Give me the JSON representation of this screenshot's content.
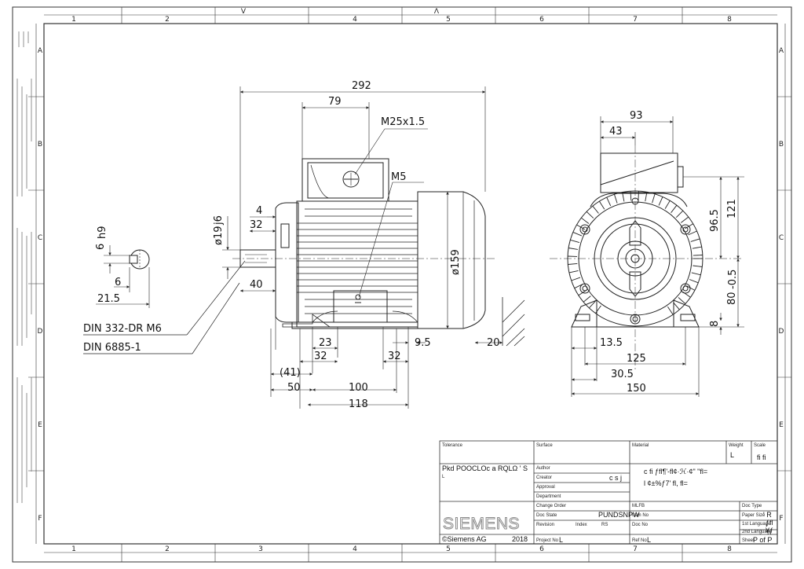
{
  "frame": {
    "columns_top": [
      "1",
      "2",
      "V",
      "4",
      "5",
      "6",
      "7",
      "8"
    ],
    "columns_bottom": [
      "1",
      "2",
      "3",
      "4",
      "5",
      "6",
      "7",
      "8"
    ],
    "rows": [
      "A",
      "B",
      "C",
      "D",
      "E",
      "F"
    ],
    "top_marks": [
      "V",
      "Λ"
    ]
  },
  "dims_side": {
    "d292": "292",
    "d79": "79",
    "thread": "M25x1.5",
    "m5": "M5",
    "d4": "4",
    "d32a": "32",
    "shaft_dia": "ø19",
    "shaft_tol": "j6",
    "d40": "40",
    "d159": "ø159",
    "d23": "23",
    "d32b": "32",
    "d32c": "32",
    "d9_5": "9.5",
    "d20": "20",
    "d41": "(41)",
    "d50": "50",
    "d100": "100",
    "d118": "118"
  },
  "dims_key": {
    "key_w": "6",
    "key_tol": "h9",
    "d6": "6",
    "d21_5": "21.5"
  },
  "notes": {
    "din1": "DIN 332-DR M6",
    "din2": "DIN 6885-1"
  },
  "dims_end": {
    "d93": "93",
    "d43": "43",
    "d121": "121",
    "d96_5": "96.5",
    "d80": "80",
    "d80_tol": "-0.5",
    "d8": "8",
    "d13_5": "13.5",
    "d125": "125",
    "d30_5": "30.5",
    "d150": "150"
  },
  "title_block": {
    "tolerance_label": "Tolerance",
    "tolerance_value": "Pkd POOCLOc a RQLΩ ' S",
    "tolerance_sub": "L",
    "surface_label": "Surface",
    "material_label": "Material",
    "material_line1": "c fi ƒfl¶'-fl¢·ℋ·¢\" \"fl=",
    "material_line2": "l ¢±%ƒ7' fl, fl=",
    "weight_label": "Weight",
    "weight_value": "L",
    "scale_label": "Scale",
    "scale_value": "fi fi",
    "author_label": "Author",
    "creator_label": "Creator",
    "creator_value": "c s j",
    "approval_label": "Approval",
    "department_label": "Department",
    "change_order_label": "Change Order",
    "doc_state_label": "Doc State",
    "doc_state_value": "PUNDSNPW",
    "revision_label": "Revision",
    "index_label": "Index",
    "index_value": "RS",
    "project_label": "Project No",
    "project_value": "L",
    "mlfb_label": "MLFB",
    "item_label": "Item No",
    "docno_label": "Doc No",
    "refno_label": "Ref No",
    "refno_value": "L",
    "doctype_label": "Doc Type",
    "papersize_label": "Paper Size",
    "papersize_value": "' R",
    "lang1_label": "1st Language",
    "lang1_value": "ƒfl",
    "lang2_label": "2nd Language",
    "lang2_value": "¥ƒ",
    "sheet_label": "Sheet",
    "sheet_value": "P of P",
    "brand": "SIEMENS",
    "copyright": "©Siemens AG",
    "year": "2018"
  },
  "colors": {
    "line": "#222222",
    "brand": "#8c8c8c",
    "frame": "#333333"
  }
}
